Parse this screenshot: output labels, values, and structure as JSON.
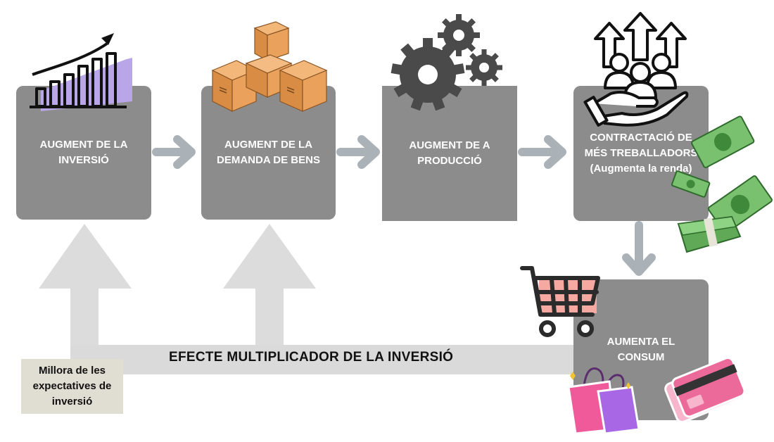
{
  "boxes": {
    "investment": {
      "line1": "AUGMENT DE LA",
      "line2": "INVERSIÓ"
    },
    "demand": {
      "line1": "AUGMENT DE LA",
      "line2": "DEMANDA DE BENS"
    },
    "production": {
      "line1": "AUGMENT DE A",
      "line2": "PRODUCCIÓ"
    },
    "hiring": {
      "line1": "CONTRACTACIÓ DE",
      "line2": "MÉS TREBALLADORS",
      "line3": "(Augmenta la renda)"
    },
    "consumption": {
      "line1": "AUMENTA EL",
      "line2": "CONSUM"
    }
  },
  "bar_label": "EFECTE MULTIPLICADOR DE LA INVERSIÓ",
  "note": {
    "line1": "Millora de les",
    "line2": "expectatives de",
    "line3": "inversió"
  },
  "icons": [
    "growth-chart-icon",
    "boxes-icon",
    "gears-icon",
    "hiring-people-icon",
    "money-icon",
    "shopping-cart-icon",
    "shopping-bags-icon",
    "credit-cards-icon"
  ],
  "colors": {
    "box": "#8c8c8c",
    "arrow": "#aab2b8",
    "bar": "#dadada",
    "big_arrow": "#dcdcdc",
    "note": "#e0ddd2"
  }
}
